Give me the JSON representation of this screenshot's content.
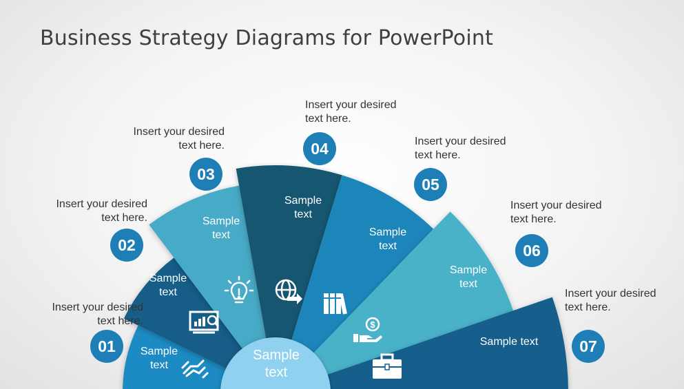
{
  "title": "Business Strategy Diagrams for PowerPoint",
  "center": {
    "line1": "Sample",
    "line2": "text",
    "color": "#8fd1ee"
  },
  "segments": [
    {
      "number": "01",
      "label_lines": [
        "Sample",
        "text"
      ],
      "color": "#1f8bc3",
      "icon": "handshake-icon",
      "callout": [
        "Insert your desired",
        "text here."
      ]
    },
    {
      "number": "02",
      "label_lines": [
        "Sample",
        "text"
      ],
      "color": "#175d87",
      "icon": "presentation-chart-icon",
      "callout": [
        "Insert your desired",
        "text here."
      ]
    },
    {
      "number": "03",
      "label_lines": [
        "Sample",
        "text"
      ],
      "color": "#46aac6",
      "icon": "lightbulb-icon",
      "callout": [
        "Insert your desired",
        "text here."
      ]
    },
    {
      "number": "04",
      "label_lines": [
        "Sample",
        "text"
      ],
      "color": "#155670",
      "icon": "globe-arrow-icon",
      "callout": [
        "Insert your desired",
        "text here."
      ]
    },
    {
      "number": "05",
      "label_lines": [
        "Sample",
        "text"
      ],
      "color": "#1f86bb",
      "icon": "books-icon",
      "callout": [
        "Insert your desired",
        "text here."
      ]
    },
    {
      "number": "06",
      "label_lines": [
        "Sample",
        "text"
      ],
      "color": "#49b2c9",
      "icon": "money-hand-icon",
      "callout": [
        "Insert your desired",
        "text here."
      ]
    },
    {
      "number": "07",
      "label_lines": [
        "Sample text"
      ],
      "color": "#135f8d",
      "icon": "briefcase-icon",
      "callout": [
        "Insert your desired",
        "text here."
      ]
    }
  ],
  "badge_color": "#1d7fb6"
}
